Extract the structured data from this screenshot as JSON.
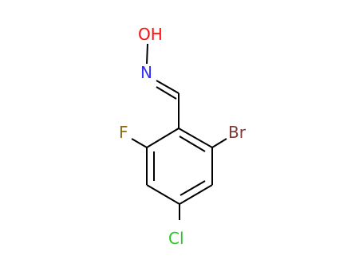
{
  "diagram": {
    "atoms": {
      "hydroxyl": "OH",
      "nitrogen": "N",
      "fluorine": "F",
      "bromine": "Br",
      "chlorine": "Cl"
    },
    "colors": {
      "bond": "#000000",
      "oxygen": "#ff0d0d",
      "nitrogen": "#3030f8",
      "fluorine": "#8c6b18",
      "bromine": "#7a3b37",
      "chlorine": "#1fcc1f"
    }
  }
}
